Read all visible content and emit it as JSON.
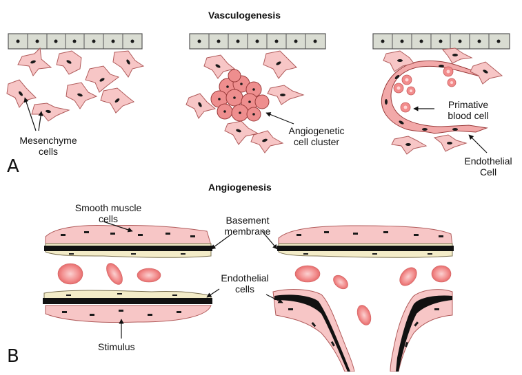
{
  "headings": {
    "vasculogenesis": "Vasculogenesis",
    "angiogenesis": "Angiogenesis"
  },
  "panels": {
    "a": "A",
    "b": "B"
  },
  "labels": {
    "mesenchyme_1": "Mesenchyme",
    "mesenchyme_2": "cells",
    "cluster_1": "Angiogenetic",
    "cluster_2": "cell cluster",
    "blood_1": "Primative",
    "blood_2": "blood cell",
    "endothelial_a_1": "Endothelial",
    "endothelial_a_2": "Cell",
    "smooth_1": "Smooth muscle",
    "smooth_2": "cells",
    "basement_1": "Basement",
    "basement_2": "membrane",
    "endothelial_b_1": "Endothelial",
    "endothelial_b_2": "cells",
    "stimulus": "Stimulus"
  },
  "colors": {
    "cell_fill": "#f7c6c6",
    "cell_stroke": "#b05a5a",
    "nucleus": "#1a1a1a",
    "epithelium_fill": "#d9dcd2",
    "membrane_fill": "#f3ecc8",
    "blood_cell": "#f08a8a"
  }
}
